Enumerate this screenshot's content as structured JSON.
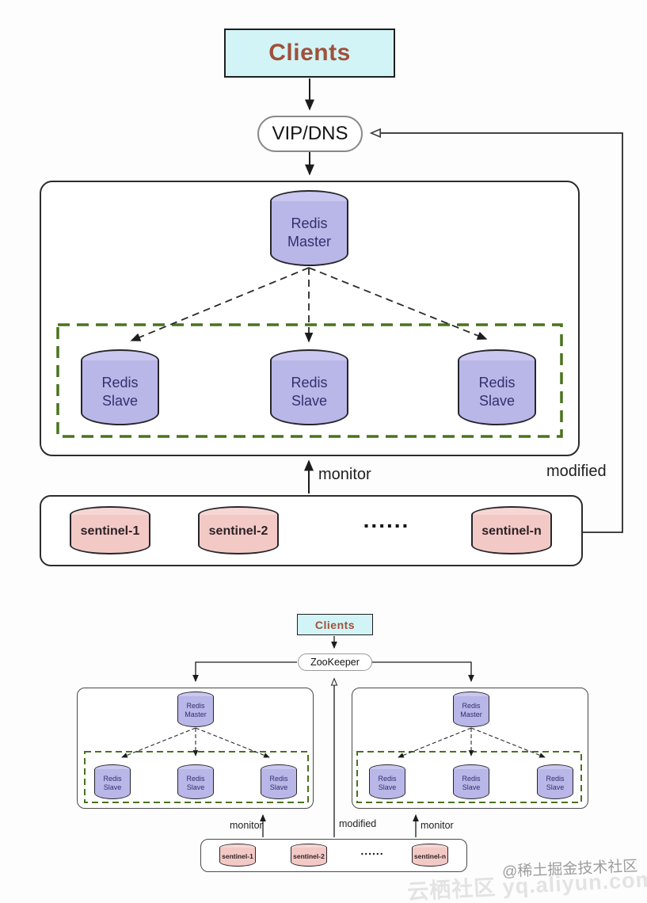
{
  "top": {
    "clients_label": "Clients",
    "vip_dns_label": "VIP/DNS",
    "master_label": "Redis\nMaster",
    "slave_labels": [
      "Redis\nSlave",
      "Redis\nSlave",
      "Redis\nSlave"
    ],
    "monitor_label": "monitor",
    "modified_label": "modified",
    "sentinel_labels": [
      "sentinel-1",
      "sentinel-2",
      "......",
      "sentinel-n"
    ]
  },
  "bottom": {
    "clients_label": "Clients",
    "zookeeper_label": "ZooKeeper",
    "clusters": [
      {
        "master_label": "Redis\nMaster",
        "slave_labels": [
          "Redis\nSlave",
          "Redis\nSlave",
          "Redis\nSlave"
        ]
      },
      {
        "master_label": "Redis\nMaster",
        "slave_labels": [
          "Redis\nSlave",
          "Redis\nSlave",
          "Redis\nSlave"
        ]
      }
    ],
    "monitor_left_label": "monitor",
    "modified_label": "modified",
    "monitor_right_label": "monitor",
    "sentinel_labels": [
      "sentinel-1",
      "sentinel-2",
      "......",
      "sentinel-n"
    ]
  },
  "watermarks": {
    "community": "@稀土掘金技术社区",
    "yunqi": "云栖社区 yq.aliyun.com"
  },
  "colors": {
    "clients_fill": "#d2f4f6",
    "clients_text": "#a0503a",
    "cylinder_purple": "#b9b6e8",
    "cylinder_purple_top": "#cac7f0",
    "cylinder_pink": "#f3c9c6",
    "cylinder_pink_top": "#f7d7d4",
    "dashed_border_green": "#4a731d",
    "node_label_navy": "#31316d",
    "line_black": "#1c1c1c",
    "watermark_gray": "#9c9c9c",
    "watermark_faint": "#e3e3e3"
  }
}
